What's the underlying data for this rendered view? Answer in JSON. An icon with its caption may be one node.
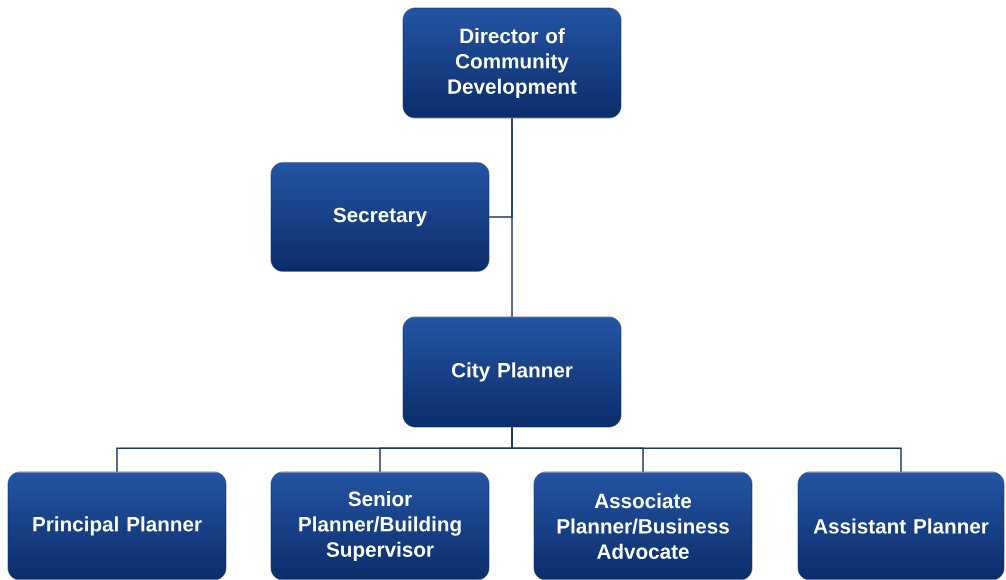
{
  "diagram": {
    "nodes": [
      {
        "text": [
          "Director of Community Development"
        ]
      },
      {
        "text": [
          "Secretary"
        ]
      },
      {
        "text": [
          "City Planner"
        ]
      },
      {
        "text": [
          "Principal Planner"
        ]
      },
      {
        "text": [
          "Senior Planner/Building Supervisor"
        ]
      },
      {
        "text": [
          "Associate Planner/Business Advocate"
        ]
      },
      {
        "text": [
          "Assistant Planner"
        ]
      }
    ],
    "edges": [
      {
        "from": 0,
        "to": 2,
        "arrow": "none"
      },
      {
        "from": 0,
        "to": 1,
        "arrow": "none"
      },
      {
        "from": 2,
        "to": 3,
        "arrow": "none"
      },
      {
        "from": 2,
        "to": 4,
        "arrow": "none"
      },
      {
        "from": 2,
        "to": 5,
        "arrow": "none"
      },
      {
        "from": 2,
        "to": 6,
        "arrow": "none"
      }
    ]
  }
}
